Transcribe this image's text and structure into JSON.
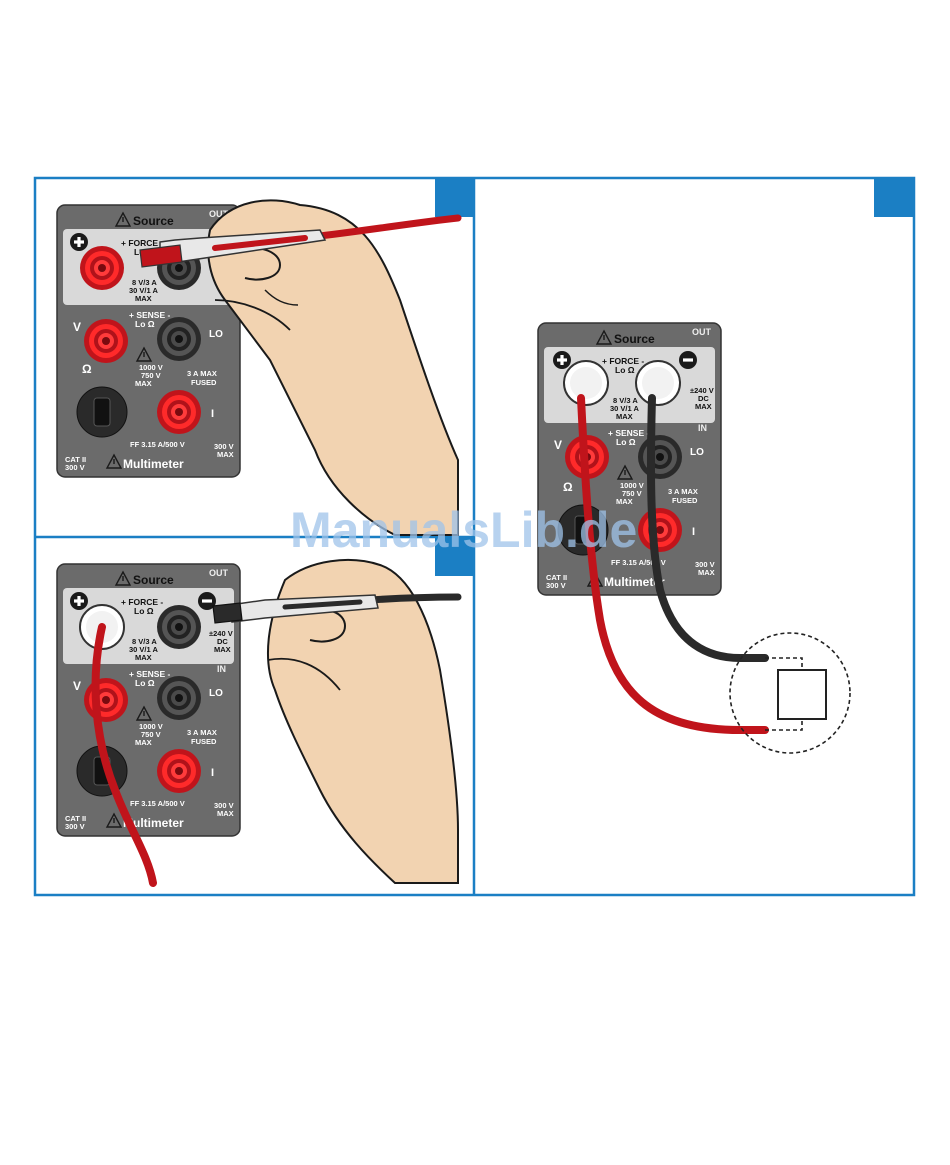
{
  "colors": {
    "frame": "#1b7fc4",
    "corner_tab": "#1b7fc4",
    "panel_dark": "#6b6b6b",
    "panel_light": "#d9d9d9",
    "lead_red": "#c0141b",
    "lead_black": "#2a2a2a",
    "skin": "#f2d3b1",
    "watermark": "#9fc3ea"
  },
  "meter": {
    "source_label": "Source",
    "out_label": "OUT",
    "in_label": "IN",
    "force_label": "+ FORCE -",
    "lo_ohm_label": "Lo Ω",
    "force_rating_1": "8 V/3 A",
    "force_rating_2": "30 V/1 A",
    "force_rating_3": "MAX",
    "dc_limit_1": "±240 V",
    "dc_limit_2": "DC",
    "dc_limit_3": "MAX",
    "sense_label": "+ SENSE -",
    "sense_lo_ohm": "Lo Ω",
    "v_label": "V",
    "ohm_label": "Ω",
    "lo_label": "LO",
    "sense_rating_1": "1000 V",
    "sense_rating_2": "750 V",
    "sense_rating_3": "MAX",
    "amp_rating_1": "3 A MAX",
    "amp_rating_2": "FUSED",
    "i_label": "I",
    "fuse_label": "FF 3.15 A/500 V",
    "cat_label_1": "CAT II",
    "cat_label_2": "300 V",
    "max_label_1": "300 V",
    "max_label_2": "MAX",
    "brand_label": "Multimeter"
  },
  "watermark": "ManualsLib.de"
}
